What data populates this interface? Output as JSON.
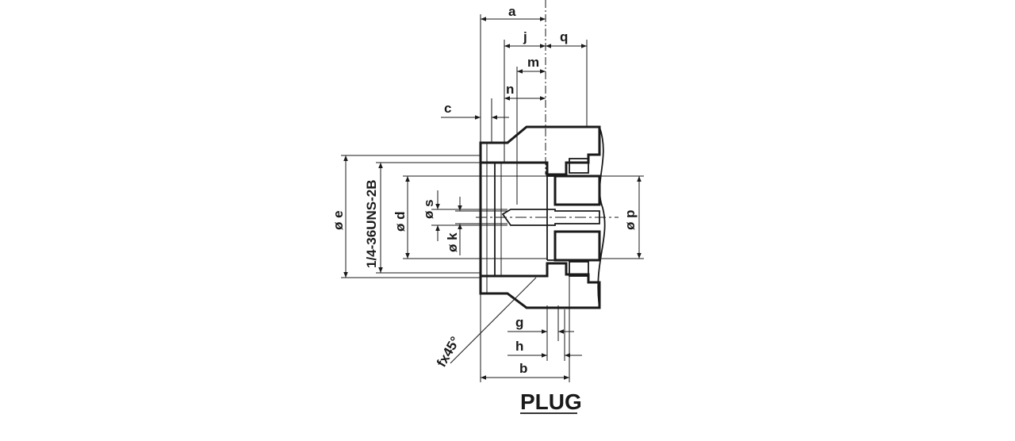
{
  "drawing": {
    "title": "PLUG",
    "labels": {
      "a": "a",
      "j": "j",
      "q": "q",
      "m": "m",
      "n": "n",
      "c": "c",
      "g": "g",
      "h": "h",
      "b": "b",
      "e": "ø e",
      "thread": "1/4-36UNS-2B",
      "d": "ø d",
      "s": "ø s",
      "k": "ø k",
      "p": "ø p",
      "chamfer": "fx45°"
    }
  },
  "colors": {
    "ink": "#1a1a1a",
    "background": "#ffffff"
  }
}
